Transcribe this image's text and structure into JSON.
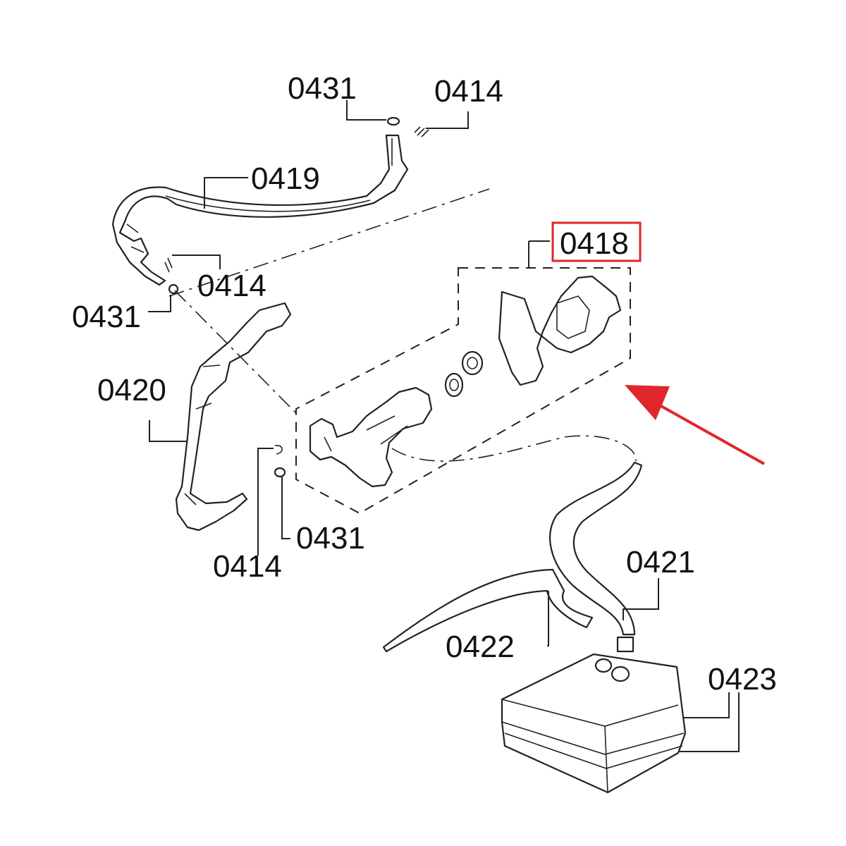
{
  "callouts": [
    {
      "id": "c1",
      "text": "0431"
    },
    {
      "id": "c2",
      "text": "0414"
    },
    {
      "id": "c3",
      "text": "0419"
    },
    {
      "id": "c4",
      "text": "0418"
    },
    {
      "id": "c5",
      "text": "0414"
    },
    {
      "id": "c6",
      "text": "0431"
    },
    {
      "id": "c7",
      "text": "0420"
    },
    {
      "id": "c8",
      "text": "0431"
    },
    {
      "id": "c9",
      "text": "0414"
    },
    {
      "id": "c10",
      "text": "0421"
    },
    {
      "id": "c11",
      "text": "0422"
    },
    {
      "id": "c12",
      "text": "0423"
    }
  ],
  "highlight": {
    "callout": "0418",
    "color": "#e0262b"
  },
  "arrow": {
    "color": "#e0262b"
  }
}
